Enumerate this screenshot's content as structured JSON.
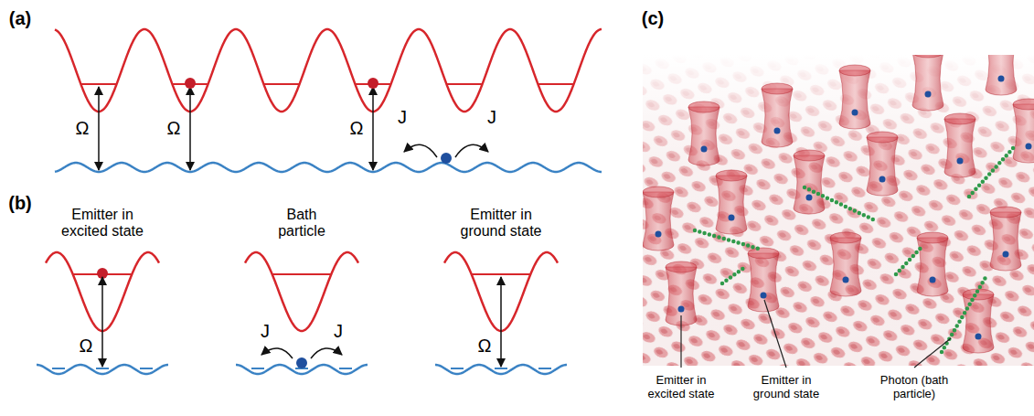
{
  "diagram": {
    "labels": [
      "(a)",
      "Ω",
      "Ω",
      "Ω",
      "J",
      "J",
      "(b)",
      "Emitter in excited state",
      "Bath particle",
      "Emitter in ground state",
      "Ω",
      "J",
      "J",
      "Ω",
      "(c)",
      "Emitter in excited state",
      "Emitter in ground state",
      "Photon (bath particle)"
    ]
  }
}
